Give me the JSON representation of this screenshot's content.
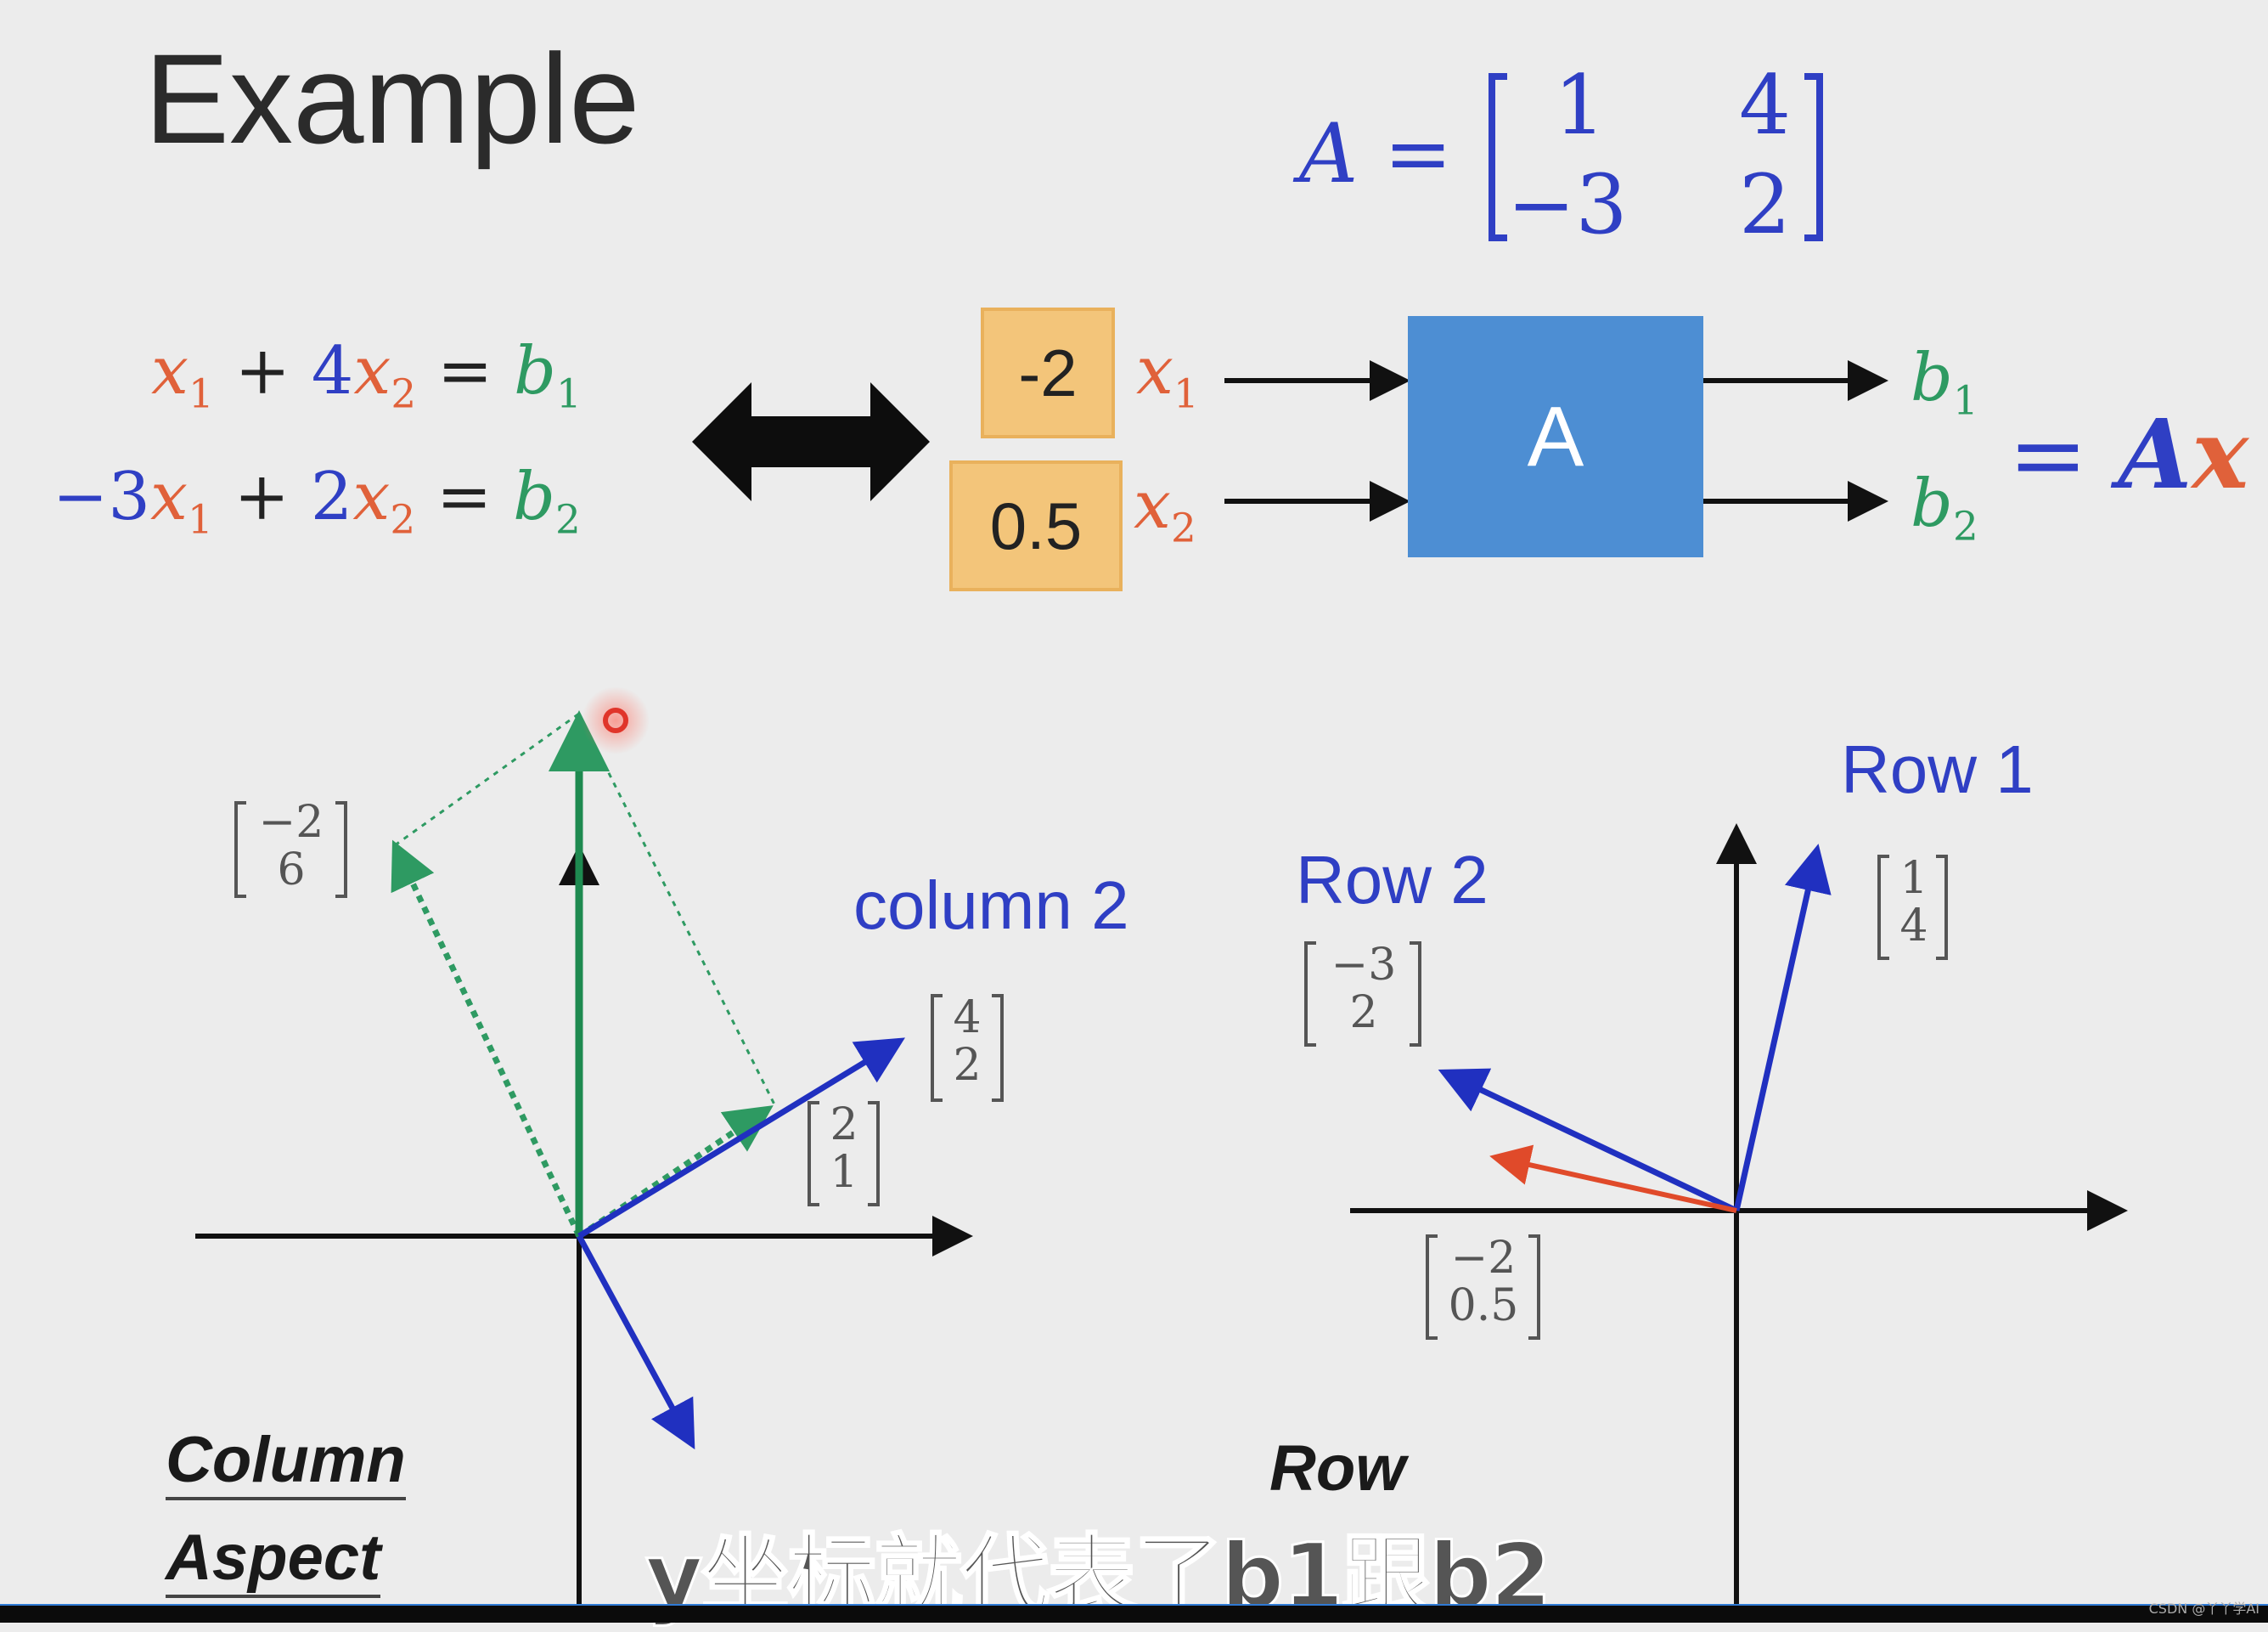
{
  "title": "Example",
  "matrix": {
    "lhs": "A =",
    "r1c1": "1",
    "r1c2": "4",
    "r2c1": "−3",
    "r2c2": "2"
  },
  "equations": {
    "eq1": {
      "x1": "x",
      "s1": "1",
      "plus": "+ ",
      "coef": "4",
      "x2": "x",
      "s2": "2",
      "equals": " = ",
      "b": "b",
      "bs": "1"
    },
    "eq2": {
      "coef1": "−3",
      "x1": "x",
      "s1": "1",
      "plus": " + ",
      "coef2": "2",
      "x2": "x",
      "s2": "2",
      "equals": " = ",
      "b": "b",
      "bs": "2"
    }
  },
  "inputs": [
    {
      "value": "-2",
      "var": "x",
      "sub": "1"
    },
    {
      "value": "0.5",
      "var": "x",
      "sub": "2"
    }
  ],
  "block_label": "A",
  "outputs": [
    {
      "var": "b",
      "sub": "1"
    },
    {
      "var": "b",
      "sub": "2"
    }
  ],
  "rhs": {
    "equals": "=",
    "A": "A",
    "x": "x"
  },
  "column_aspect": {
    "vec_m2_6": {
      "top": "−2",
      "bot": "6"
    },
    "vec_4_2": {
      "top": "4",
      "bot": "2"
    },
    "vec_2_1": {
      "top": "2",
      "bot": "1"
    },
    "column2_label": "column 2",
    "label_line1": "Column",
    "label_line2": "Aspect"
  },
  "row_aspect": {
    "row1_label": "Row 1",
    "row2_label": "Row 2",
    "vec_1_4": {
      "top": "1",
      "bot": "4"
    },
    "vec_m3_2": {
      "top": "−3",
      "bot": "2"
    },
    "vec_m2_05": {
      "top": "−2",
      "bot": "0.5"
    },
    "label_line1": "Row"
  },
  "subtitle": "y坐标就代表了b1跟b2",
  "watermark": "CSDN @丫丫学AI",
  "colors": {
    "red": "#e0613a",
    "blue": "#2f3fc4",
    "green": "#2e9a62",
    "block": "#4d8ed3",
    "box": "#f3c57a"
  }
}
